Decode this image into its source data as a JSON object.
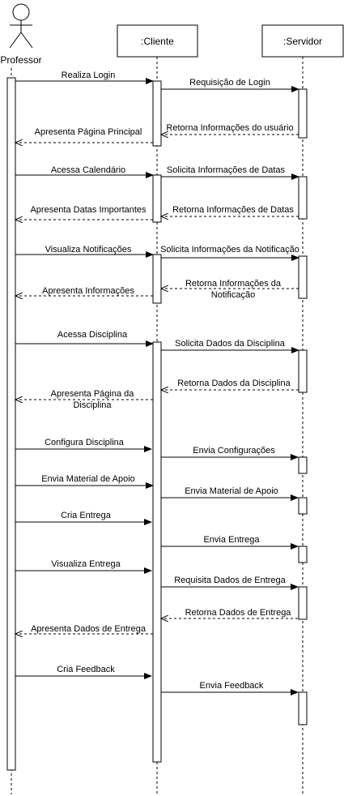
{
  "actor": {
    "name": "Professor"
  },
  "participants": [
    {
      "name": ":Cliente"
    },
    {
      "name": ":Servidor"
    }
  ],
  "messages": [
    {
      "label": "Realiza Login",
      "type": "sync"
    },
    {
      "label": "Requisição de Login",
      "type": "sync"
    },
    {
      "label": "Retorna Informações do usuário",
      "type": "return"
    },
    {
      "label": "Apresenta Página Principal",
      "type": "return"
    },
    {
      "label": "Acessa Calendário",
      "type": "sync"
    },
    {
      "label": "Solicita Informações de Datas",
      "type": "sync"
    },
    {
      "label": "Retorna Informações de Datas",
      "type": "return"
    },
    {
      "label": "Apresenta Datas Importantes",
      "type": "return"
    },
    {
      "label": "Visualiza Notificações",
      "type": "sync"
    },
    {
      "label": "Solicita Informações da Notificação",
      "type": "sync"
    },
    {
      "label": "Retorna Informações da Notificação",
      "type": "return"
    },
    {
      "label": "Apresenta Informações",
      "type": "return"
    },
    {
      "label": "Acessa Disciplina",
      "type": "sync"
    },
    {
      "label": "Solicita Dados da Disciplina",
      "type": "sync"
    },
    {
      "label": "Retorna Dados da Disciplina",
      "type": "return"
    },
    {
      "label": "Apresenta Página da Disciplina",
      "type": "return"
    },
    {
      "label": "Configura Disciplina",
      "type": "sync"
    },
    {
      "label": "Envia Configurações",
      "type": "sync"
    },
    {
      "label": "Envia Material de Apoio",
      "type": "sync"
    },
    {
      "label": "Envia Material de Apoio",
      "type": "sync"
    },
    {
      "label": "Cria Entrega",
      "type": "sync"
    },
    {
      "label": "Envia Entrega",
      "type": "sync"
    },
    {
      "label": "Visualiza Entrega",
      "type": "sync"
    },
    {
      "label": "Requisita Dados de Entrega",
      "type": "sync"
    },
    {
      "label": "Retorna Dados de Entrega",
      "type": "return"
    },
    {
      "label": "Apresenta Dados de Entrega",
      "type": "return"
    },
    {
      "label": "Cria Feedback",
      "type": "sync"
    },
    {
      "label": "Envia Feedback",
      "type": "sync"
    }
  ]
}
